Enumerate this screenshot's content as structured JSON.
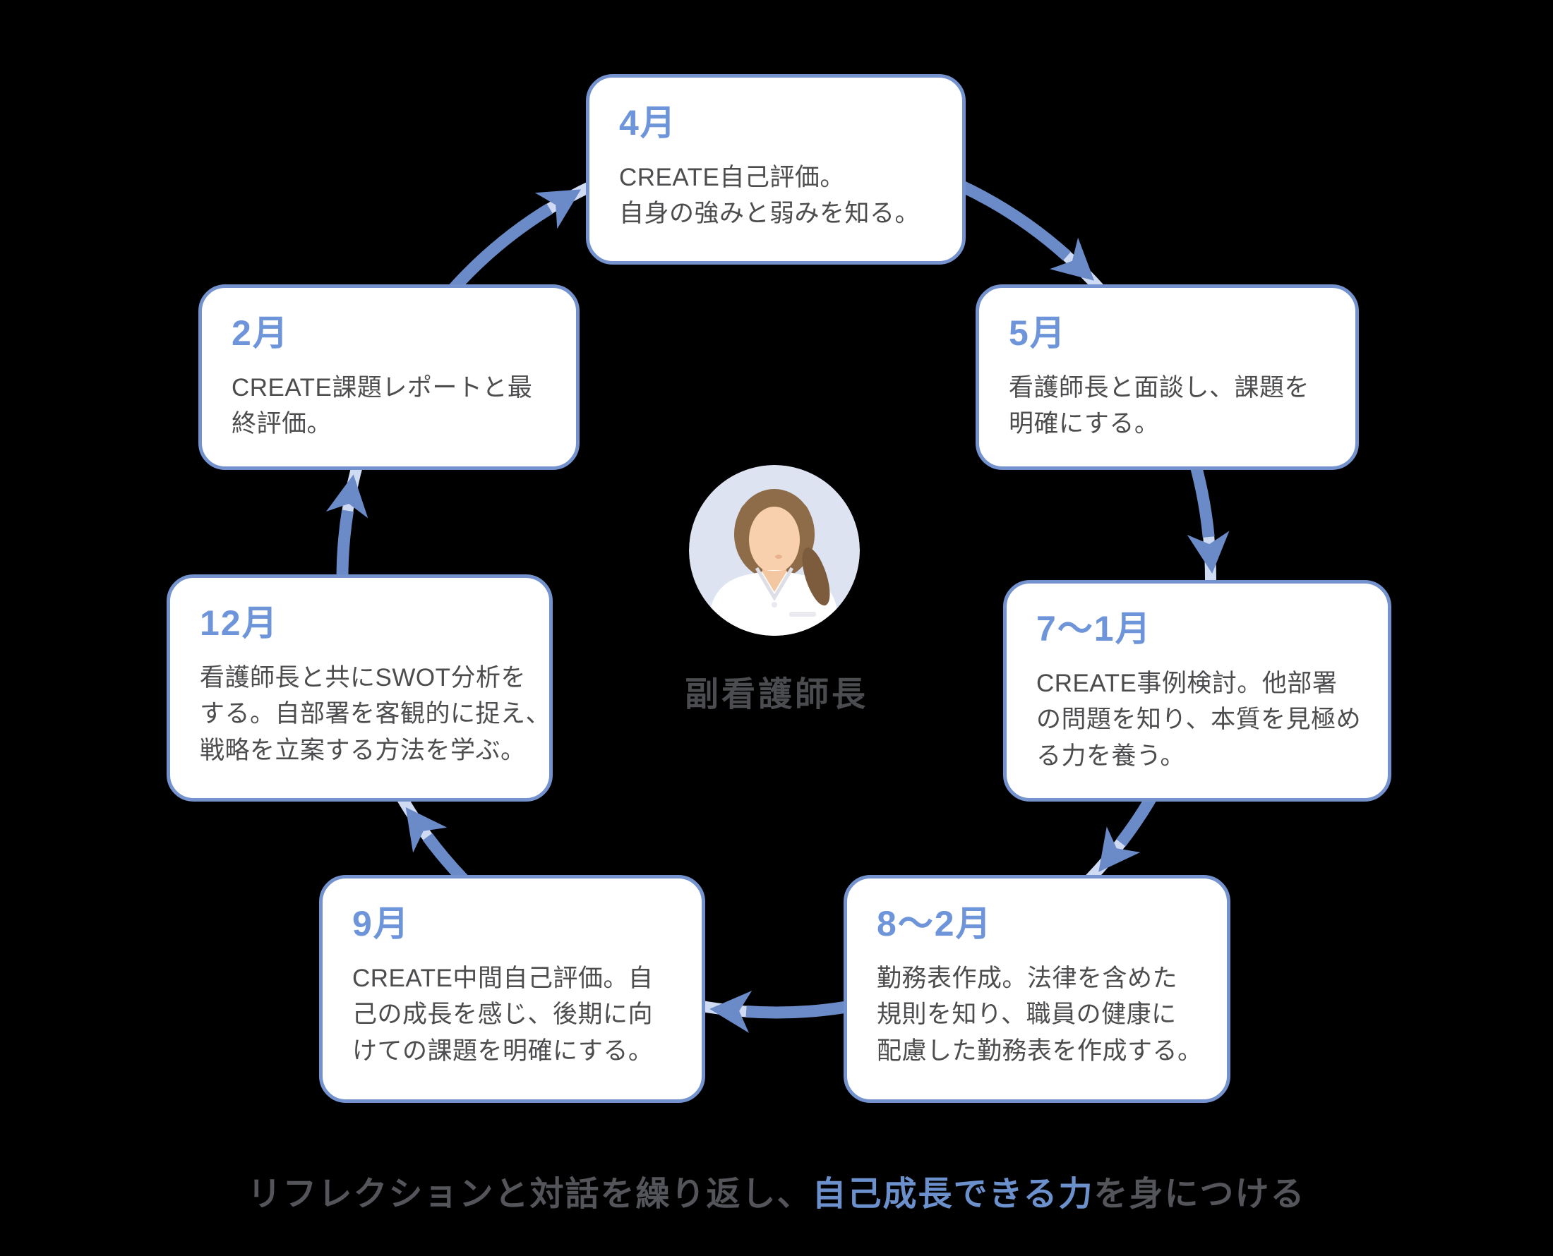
{
  "cards": [
    {
      "id": "april",
      "month": "4月",
      "body": "CREATE自己評価。\n自身の強みと弱みを知る。"
    },
    {
      "id": "may",
      "month": "5月",
      "body": "看護師長と面談し、課題を\n明確にする。"
    },
    {
      "id": "jul-jan",
      "month": "7〜1月",
      "body": "CREATE事例検討。他部署\nの問題を知り、本質を見極め\nる力を養う。"
    },
    {
      "id": "aug-feb",
      "month": "8〜2月",
      "body": "勤務表作成。法律を含めた\n規則を知り、職員の健康に\n配慮した勤務表を作成する。"
    },
    {
      "id": "september",
      "month": "9月",
      "body": "CREATE中間自己評価。自\n己の成長を感じ、後期に向\nけての課題を明確にする。"
    },
    {
      "id": "december",
      "month": "12月",
      "body": "看護師長と共にSWOT分析を\nする。自部署を客観的に捉え、\n戦略を立案する方法を学ぶ。"
    },
    {
      "id": "february",
      "month": "2月",
      "body": "CREATE課題レポートと最\n終評価。"
    }
  ],
  "center": {
    "label": "副看護師長"
  },
  "caption": {
    "prefix": "リフレクションと対話を繰り返し、",
    "highlight": "自己成長できる力",
    "suffix": "を身につける"
  },
  "colors": {
    "ring_light": "#cedbf2",
    "arrow_dark": "#6a8ac8",
    "card_border": "#7392ce",
    "month_text": "#6e94d9",
    "body_text": "#4d4d4f",
    "caption_highlight": "#6b90cb",
    "avatar_background": "#dde3f1"
  }
}
